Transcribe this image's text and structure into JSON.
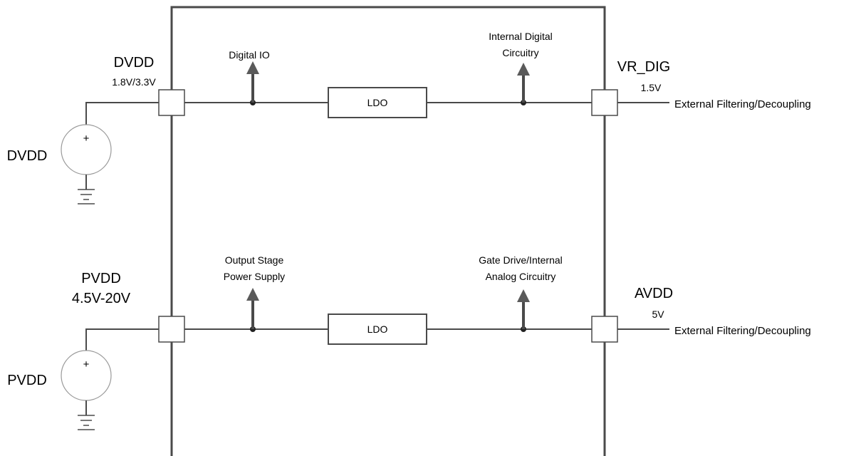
{
  "rails": [
    {
      "id": "digital",
      "pin_name": "DVDD",
      "pin_voltage": "1.8V/3.3V",
      "source_label": "DVDD",
      "source_polarity": "+",
      "tap1_label": [
        "Digital IO"
      ],
      "ldo_label": "LDO",
      "tap2_label": [
        "Internal Digital",
        "Circuitry"
      ],
      "out_name": "VR_DIG",
      "out_voltage": "1.5V",
      "out_note": "External Filtering/Decoupling"
    },
    {
      "id": "analog",
      "pin_name": "PVDD",
      "pin_voltage": "4.5V-20V",
      "source_label": "PVDD",
      "source_polarity": "+",
      "tap1_label": [
        "Output Stage",
        "Power Supply"
      ],
      "ldo_label": "LDO",
      "tap2_label": [
        "Gate Drive/Internal",
        "Analog Circuitry"
      ],
      "out_name": "AVDD",
      "out_voltage": "5V",
      "out_note": "External Filtering/Decoupling"
    }
  ],
  "colors": {
    "line": "#4a4a4a",
    "arrow": "#5a5a5a",
    "source_outline": "#9a9a9a"
  }
}
